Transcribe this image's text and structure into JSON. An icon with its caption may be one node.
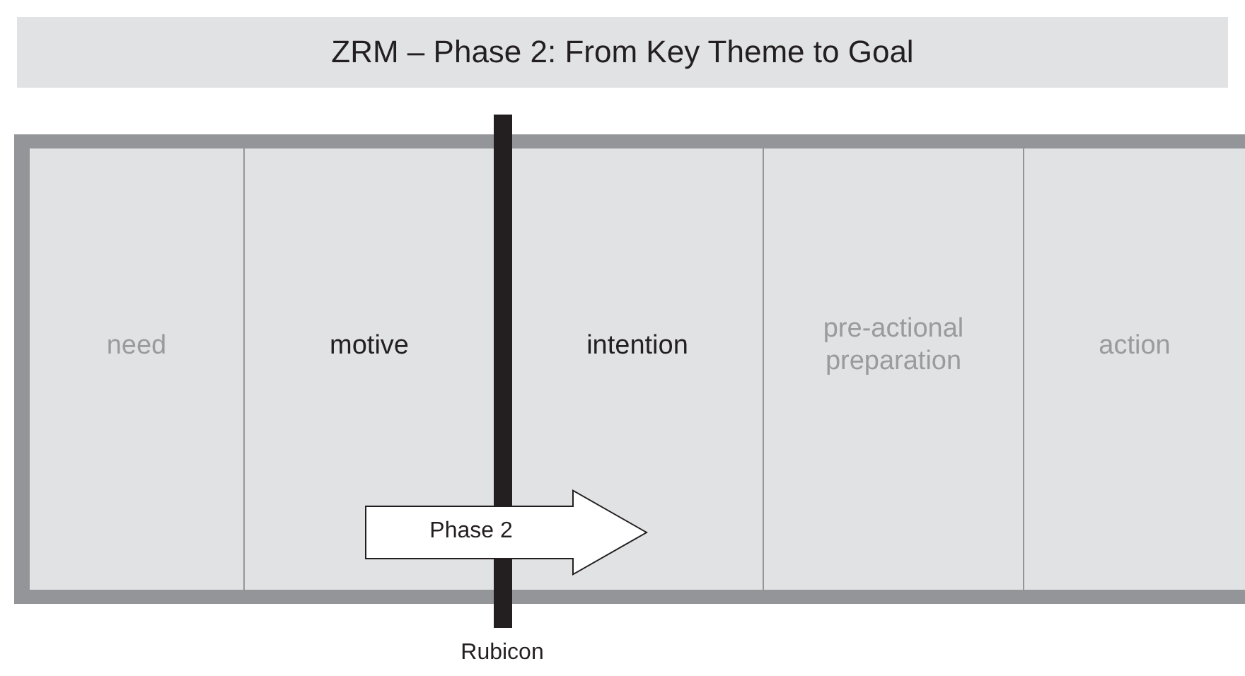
{
  "diagram": {
    "title": "ZRM – Phase 2: From Key Theme to Goal",
    "nodes": [
      {
        "text": [
          "need"
        ]
      },
      {
        "text": [
          "motive"
        ]
      },
      {
        "text": [
          "intention"
        ]
      },
      {
        "text": [
          "pre-actional preparation"
        ]
      },
      {
        "text": [
          "action"
        ]
      }
    ],
    "edges": [
      {
        "from": 1,
        "to": 2,
        "arrow": "to",
        "label": "Phase 2"
      }
    ],
    "labels": [
      "Rubicon"
    ]
  }
}
